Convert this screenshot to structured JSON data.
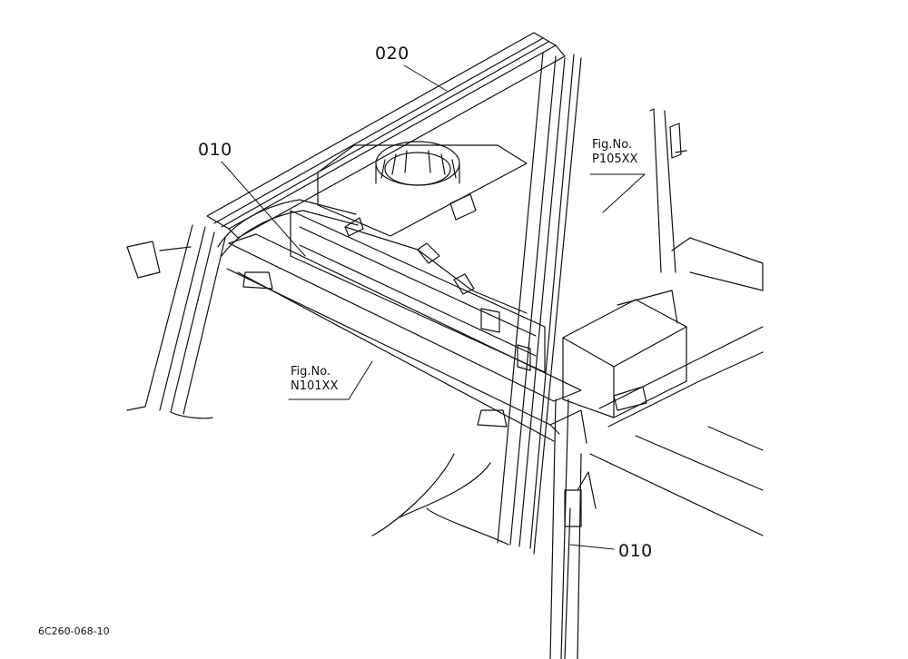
{
  "callouts": {
    "part_020": "020",
    "part_010_upper": "010",
    "part_010_lower": "010"
  },
  "figure_refs": {
    "upper": {
      "line1": "Fig.No.",
      "line2": "P105XX"
    },
    "lower": {
      "line1": "Fig.No.",
      "line2": "N101XX"
    }
  },
  "drawing_code": "6C260-068-10",
  "colors": {
    "ink": "#111111",
    "paper": "#ffffff"
  }
}
